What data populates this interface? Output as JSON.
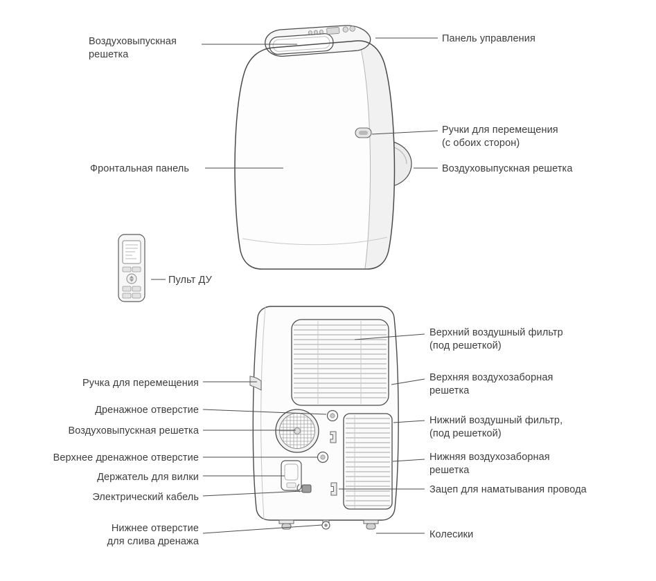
{
  "figure": {
    "type": "appliance-parts-diagram",
    "subject": "portable air conditioner front and rear views with part callouts",
    "colors": {
      "outline": "#4a4a4a",
      "text": "#3d3d3d",
      "body_fill": "#fdfdfd",
      "shade_fill": "#f1f1f1"
    }
  },
  "labels": {
    "air_outlet_top": {
      "text": "Воздуховыпускная\nрешетка"
    },
    "front_panel": {
      "text": "Фронтальная панель"
    },
    "remote": {
      "text": "Пульт ДУ"
    },
    "control_panel": {
      "text": "Панель управления"
    },
    "carry_handles": {
      "text": "Ручки для перемещения\n(с обоих сторон)"
    },
    "air_outlet_side": {
      "text": "Воздуховыпускная решетка"
    },
    "rear_handle": {
      "text": "Ручка для перемещения"
    },
    "drain_hole": {
      "text": "Дренажное отверстие"
    },
    "air_outlet_rear": {
      "text": "Воздуховыпускная решетка"
    },
    "upper_drain": {
      "text": "Верхнее дренажное отверстие"
    },
    "plug_holder": {
      "text": "Держатель для вилки"
    },
    "power_cable": {
      "text": "Электрический кабель"
    },
    "bottom_drain": {
      "text": "Нижнее отверстие\nдля слива дренажа"
    },
    "upper_filter": {
      "text": "Верхний воздушный фильтр\n(под решеткой)"
    },
    "upper_intake": {
      "text": "Верхняя воздухозаборная\nрешетка"
    },
    "lower_filter": {
      "text": "Нижний воздушный фильтр,\n(под решеткой)"
    },
    "lower_intake": {
      "text": "Нижняя воздухозаборная\nрешетка"
    },
    "cord_hook": {
      "text": "Зацеп для наматывания провода"
    },
    "wheels": {
      "text": "Колесики"
    }
  }
}
